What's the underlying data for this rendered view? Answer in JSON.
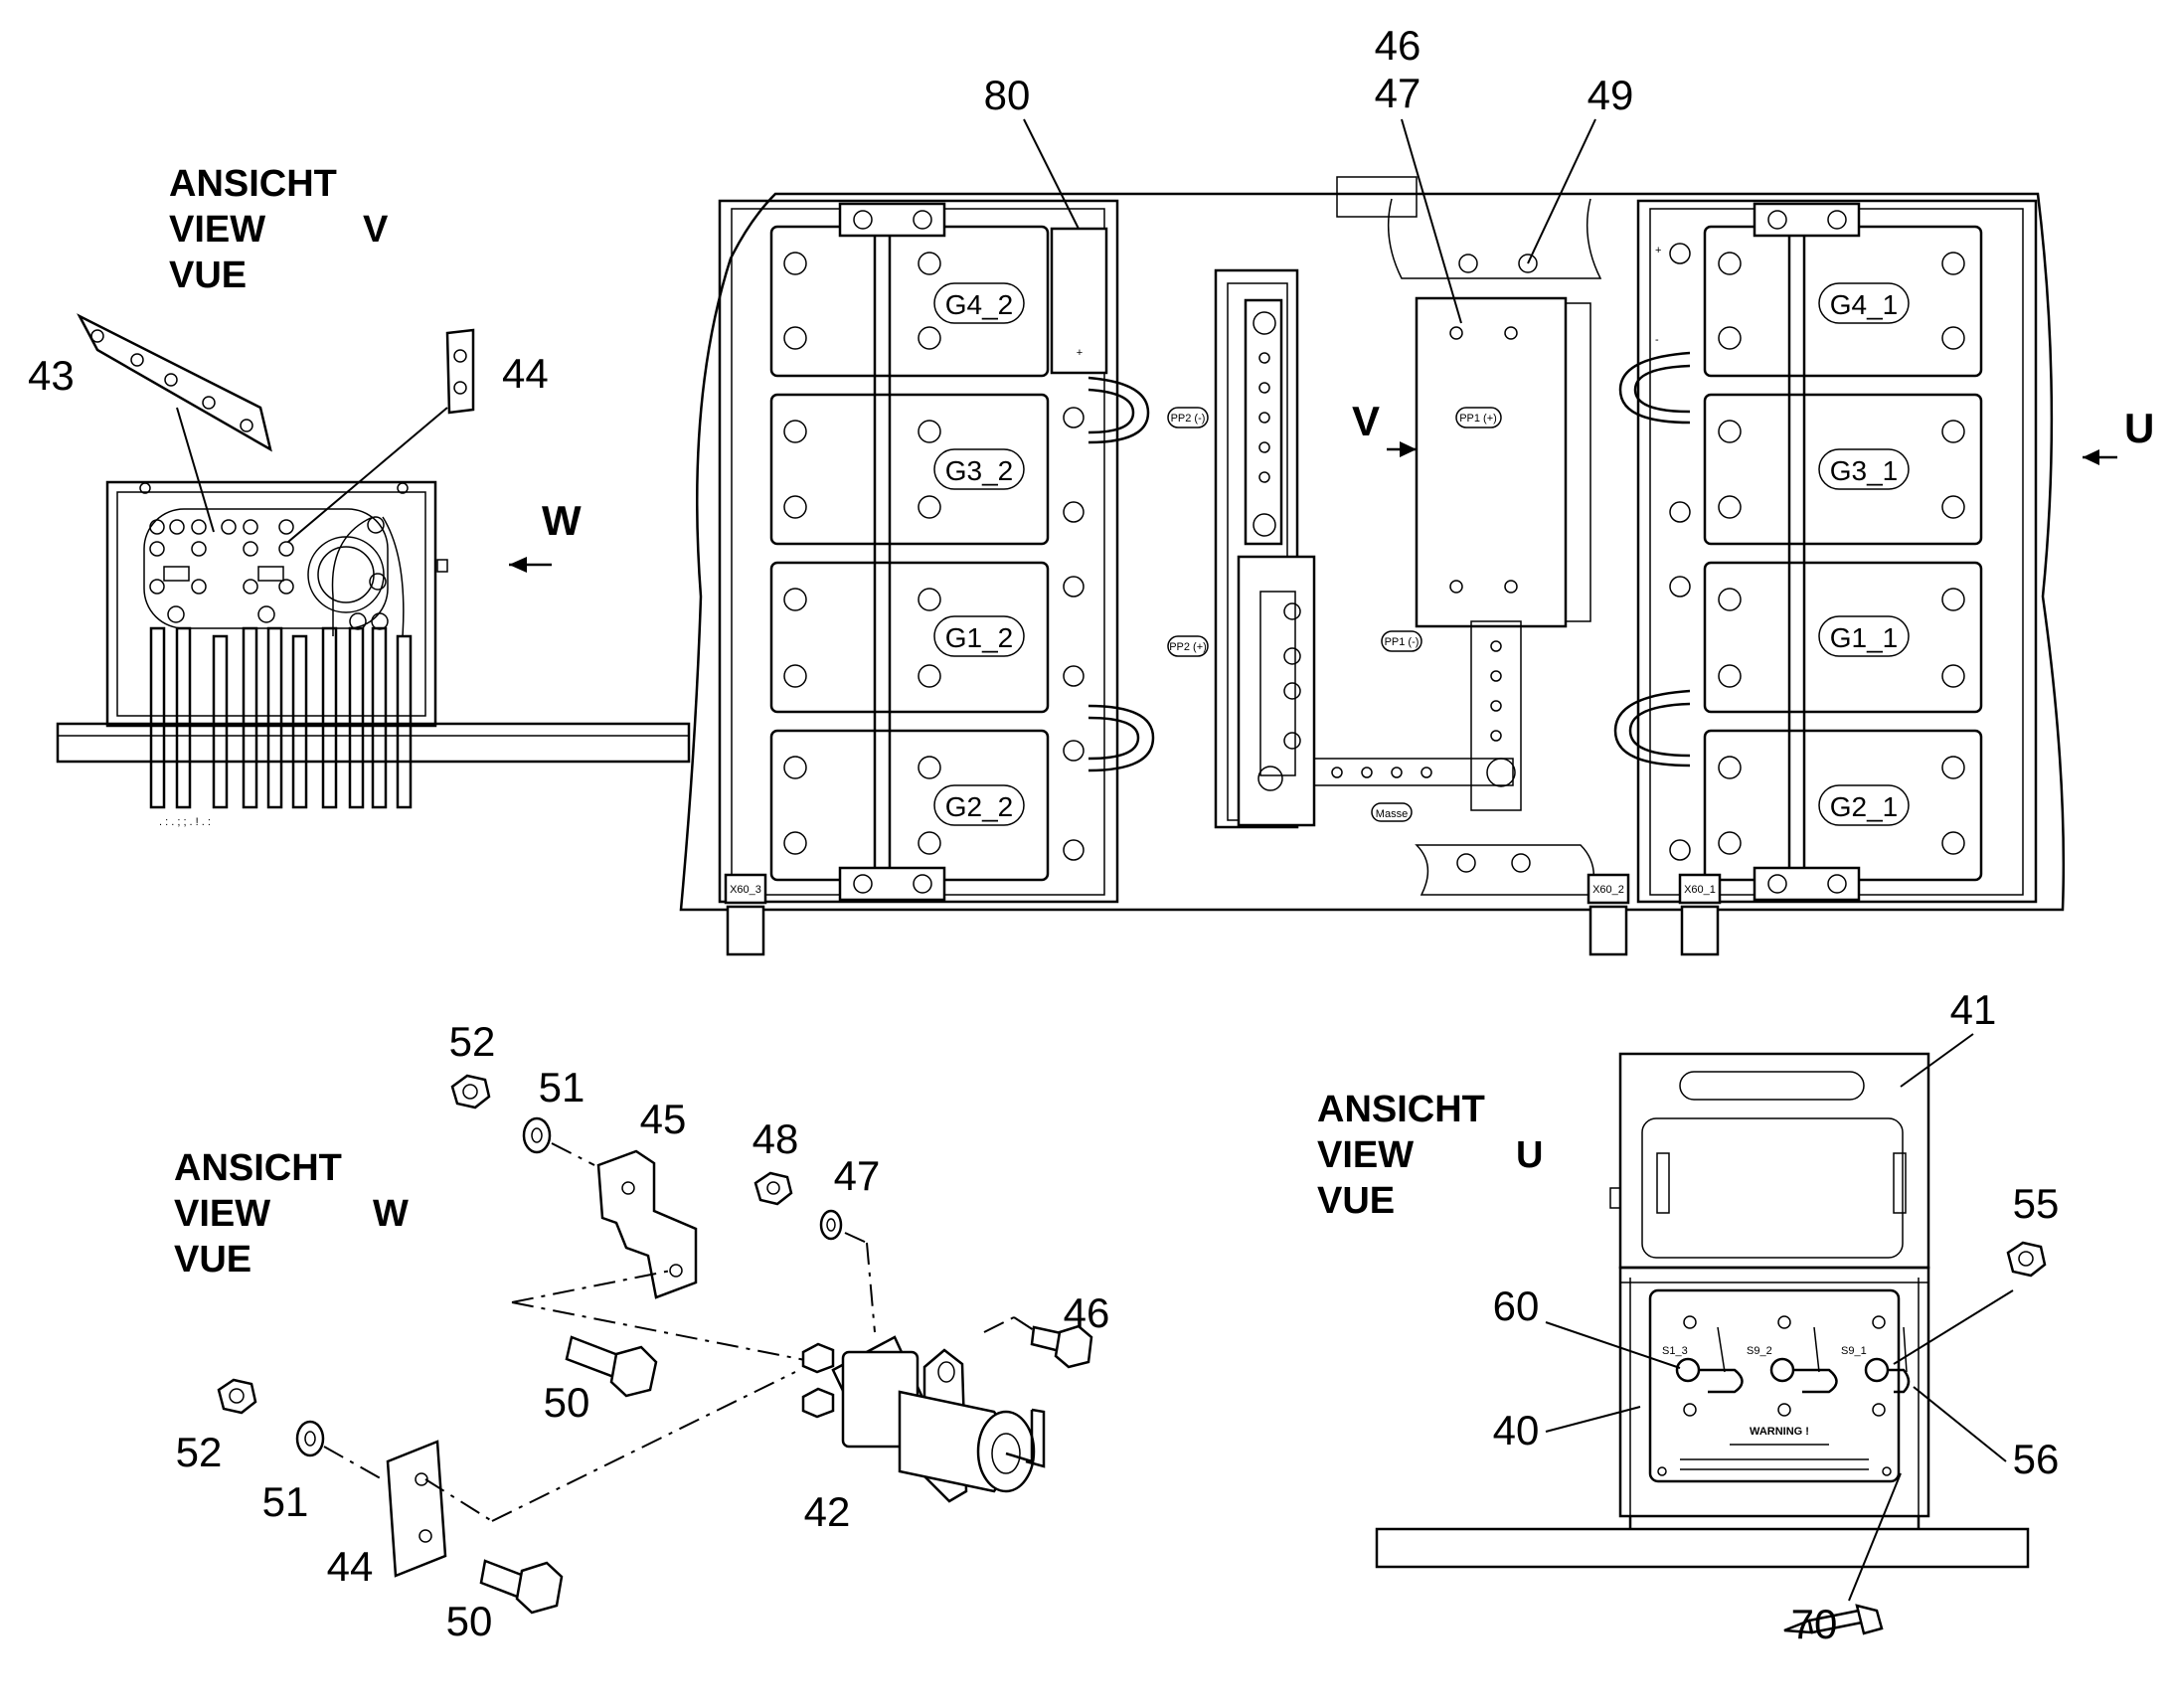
{
  "view_titles": {
    "v": {
      "line1": "ANSICHT",
      "line2": "VIEW",
      "line3": "VUE",
      "letter": "V"
    },
    "w": {
      "line1": "ANSICHT",
      "line2": "VIEW",
      "line3": "VUE",
      "letter": "W"
    },
    "u": {
      "line1": "ANSICHT",
      "line2": "VIEW",
      "line3": "VUE",
      "letter": "U"
    }
  },
  "direction_arrows": {
    "v": "V",
    "w": "W",
    "u": "U"
  },
  "battery_cells": {
    "left_column": [
      "G4_2",
      "G3_2",
      "G1_2",
      "G2_2"
    ],
    "right_column": [
      "G4_1",
      "G3_1",
      "G1_1",
      "G2_1"
    ]
  },
  "small_labels": {
    "pp2_minus": "PP2 (-)",
    "pp2_plus": "PP2 (+)",
    "pp1_plus": "PP1 (+)",
    "pp1_minus": "PP1 (-)",
    "masse": "Masse",
    "x60_3": "X60_3",
    "x60_2": "X60_2",
    "x60_1": "X60_1",
    "plus": "+",
    "minus": "-",
    "s1_3": "S1_3",
    "s9_2": "S9_2",
    "s9_1": "S9_1",
    "warning": "WARNING !"
  },
  "callouts": {
    "n80": "80",
    "n46_top": "46",
    "n47_top": "47",
    "n49": "49",
    "n43": "43",
    "n44_top": "44",
    "n52_a": "52",
    "n51_a": "51",
    "n45": "45",
    "n48": "48",
    "n47_w": "47",
    "n46_w": "46",
    "n50_a": "50",
    "n52_b": "52",
    "n51_b": "51",
    "n44_w": "44",
    "n50_b": "50",
    "n42": "42",
    "n41": "41",
    "n55": "55",
    "n60": "60",
    "n40": "40",
    "n56": "56",
    "n70": "70"
  }
}
